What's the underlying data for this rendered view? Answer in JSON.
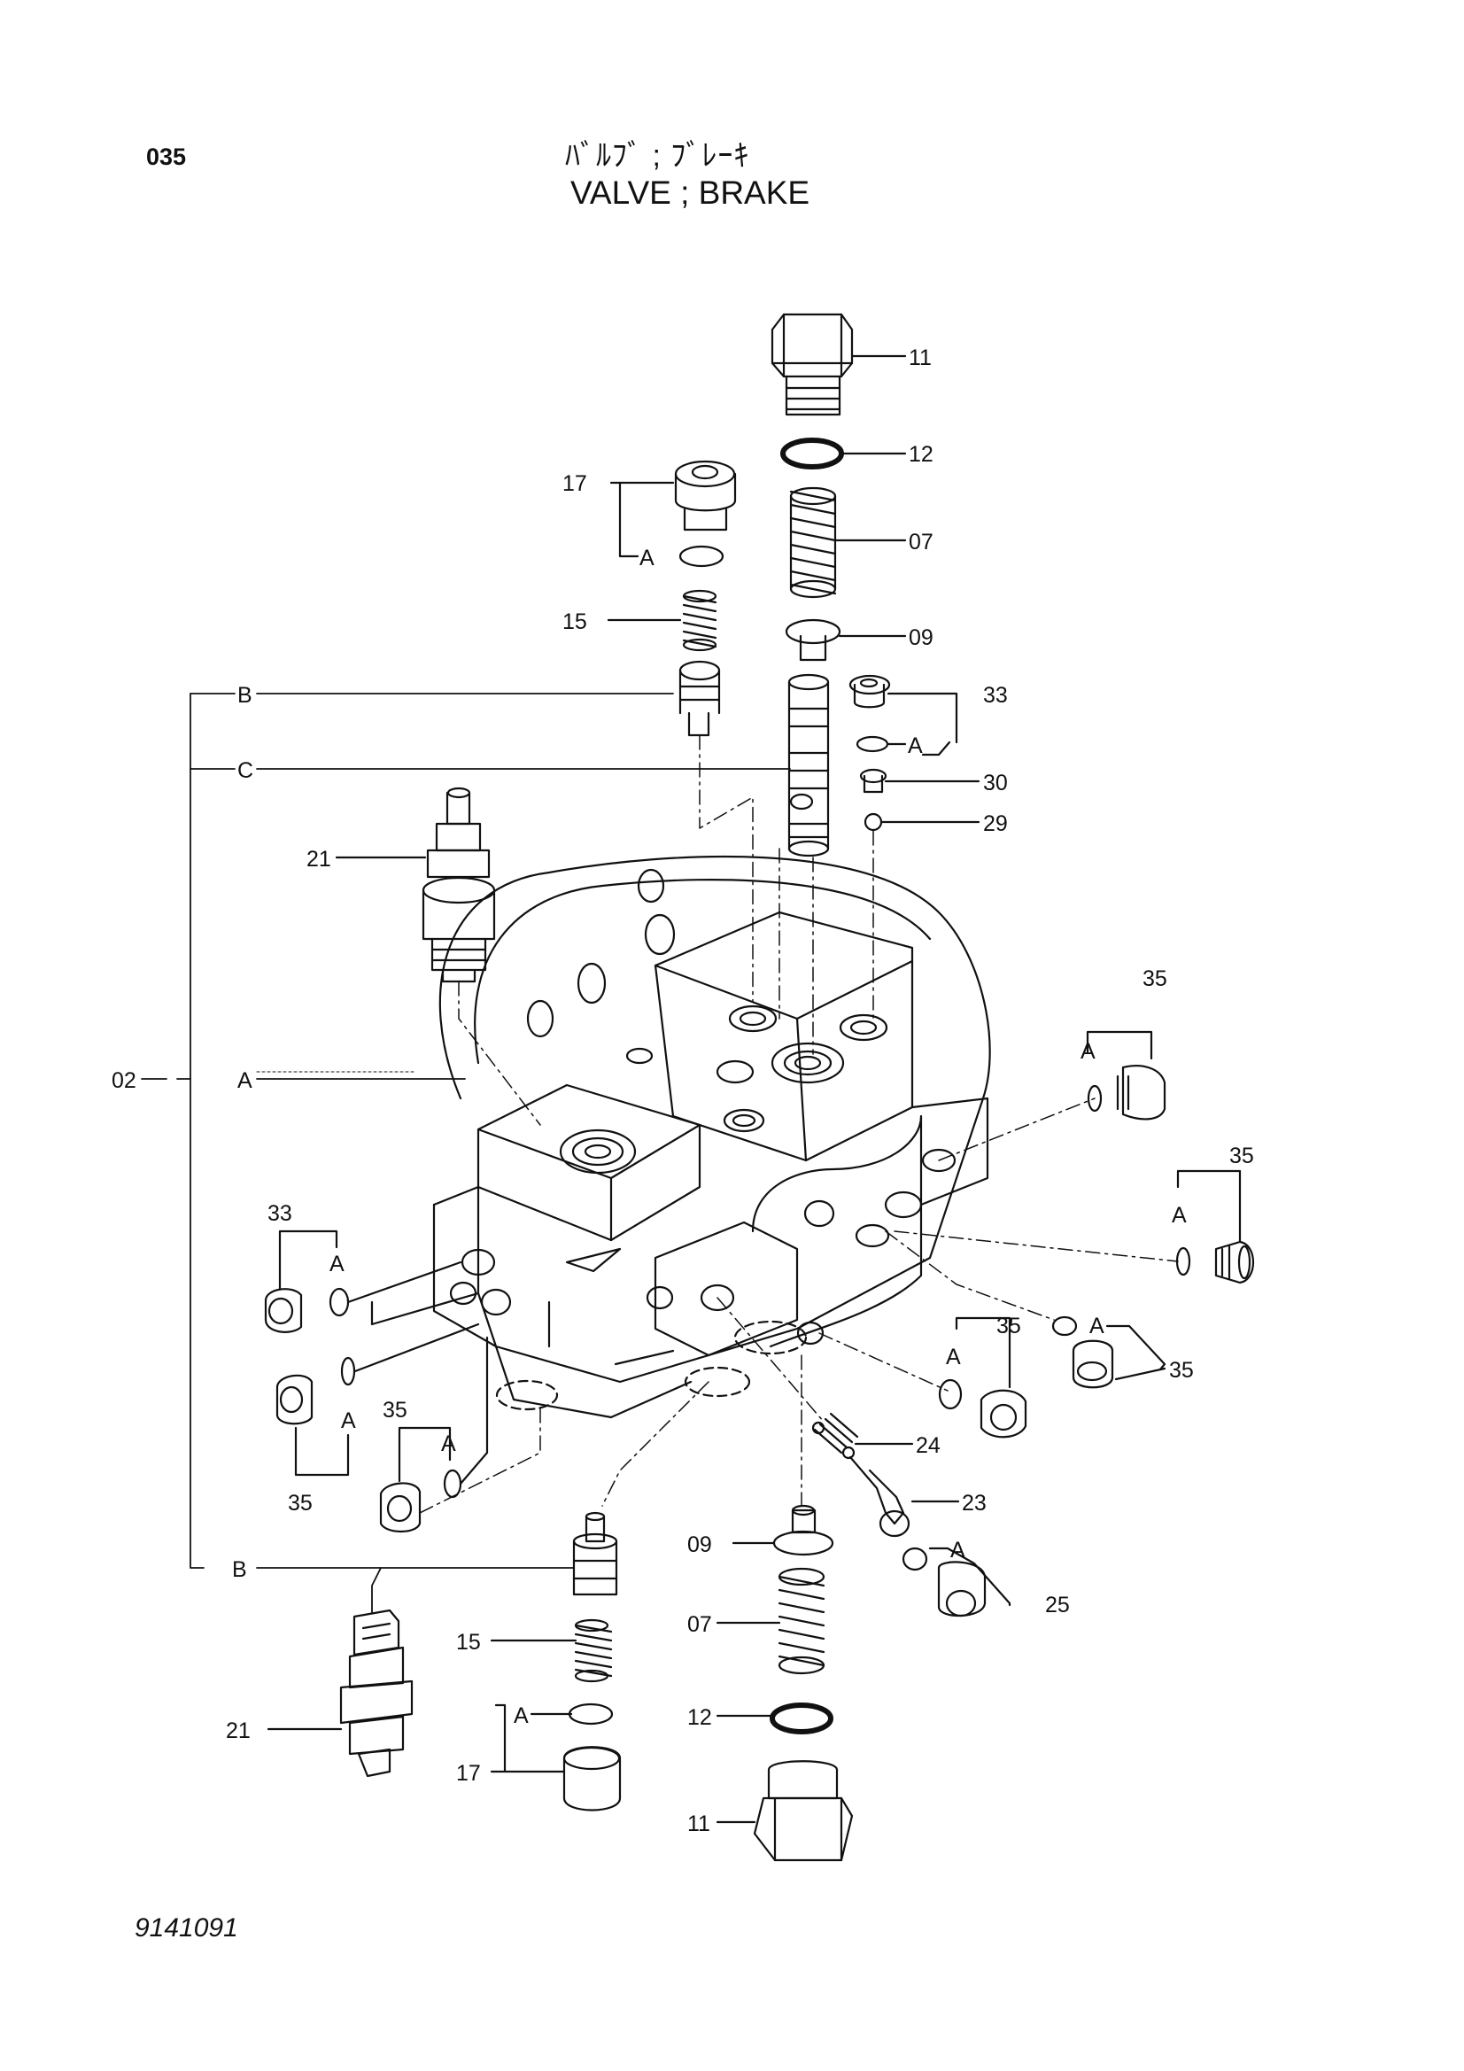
{
  "header": {
    "page_number": "035",
    "title_jp": "ﾊﾞﾙﾌﾞ ; ﾌﾞﾚｰｷ",
    "title_en": "VALVE ; BRAKE"
  },
  "footer": {
    "drawing_number": "9141091"
  },
  "callouts": {
    "c11_top": "11",
    "c12_top": "12",
    "c07_top": "07",
    "c09_top": "09",
    "c17_top": "17",
    "a17_top": "A",
    "c15_top": "15",
    "b_top": "B",
    "c_top": "C",
    "c33_right": "33",
    "a33_right": "A",
    "c30": "30",
    "c29": "29",
    "c21_top": "21",
    "c02": "02",
    "a02": "A",
    "c35_r1": "35",
    "a35_r1": "A",
    "c35_r2": "35",
    "a35_r2": "A",
    "a35_r3": "A",
    "c35_r3": "35",
    "c35_c": "35",
    "a35_c": "A",
    "c33_left": "33",
    "a33_left": "A",
    "a35_left": "A",
    "c35_left": "35",
    "c35_bl": "35",
    "a35_bl": "A",
    "c24": "24",
    "c23": "23",
    "a25": "A",
    "c25": "25",
    "c09_bot": "09",
    "c07_bot": "07",
    "c12_bot": "12",
    "c11_bot": "11",
    "b_bot": "B",
    "c15_bot": "15",
    "a17_bot": "A",
    "c17_bot": "17",
    "c21_bot": "21"
  },
  "colors": {
    "ink": "#111111",
    "paper": "#ffffff"
  }
}
